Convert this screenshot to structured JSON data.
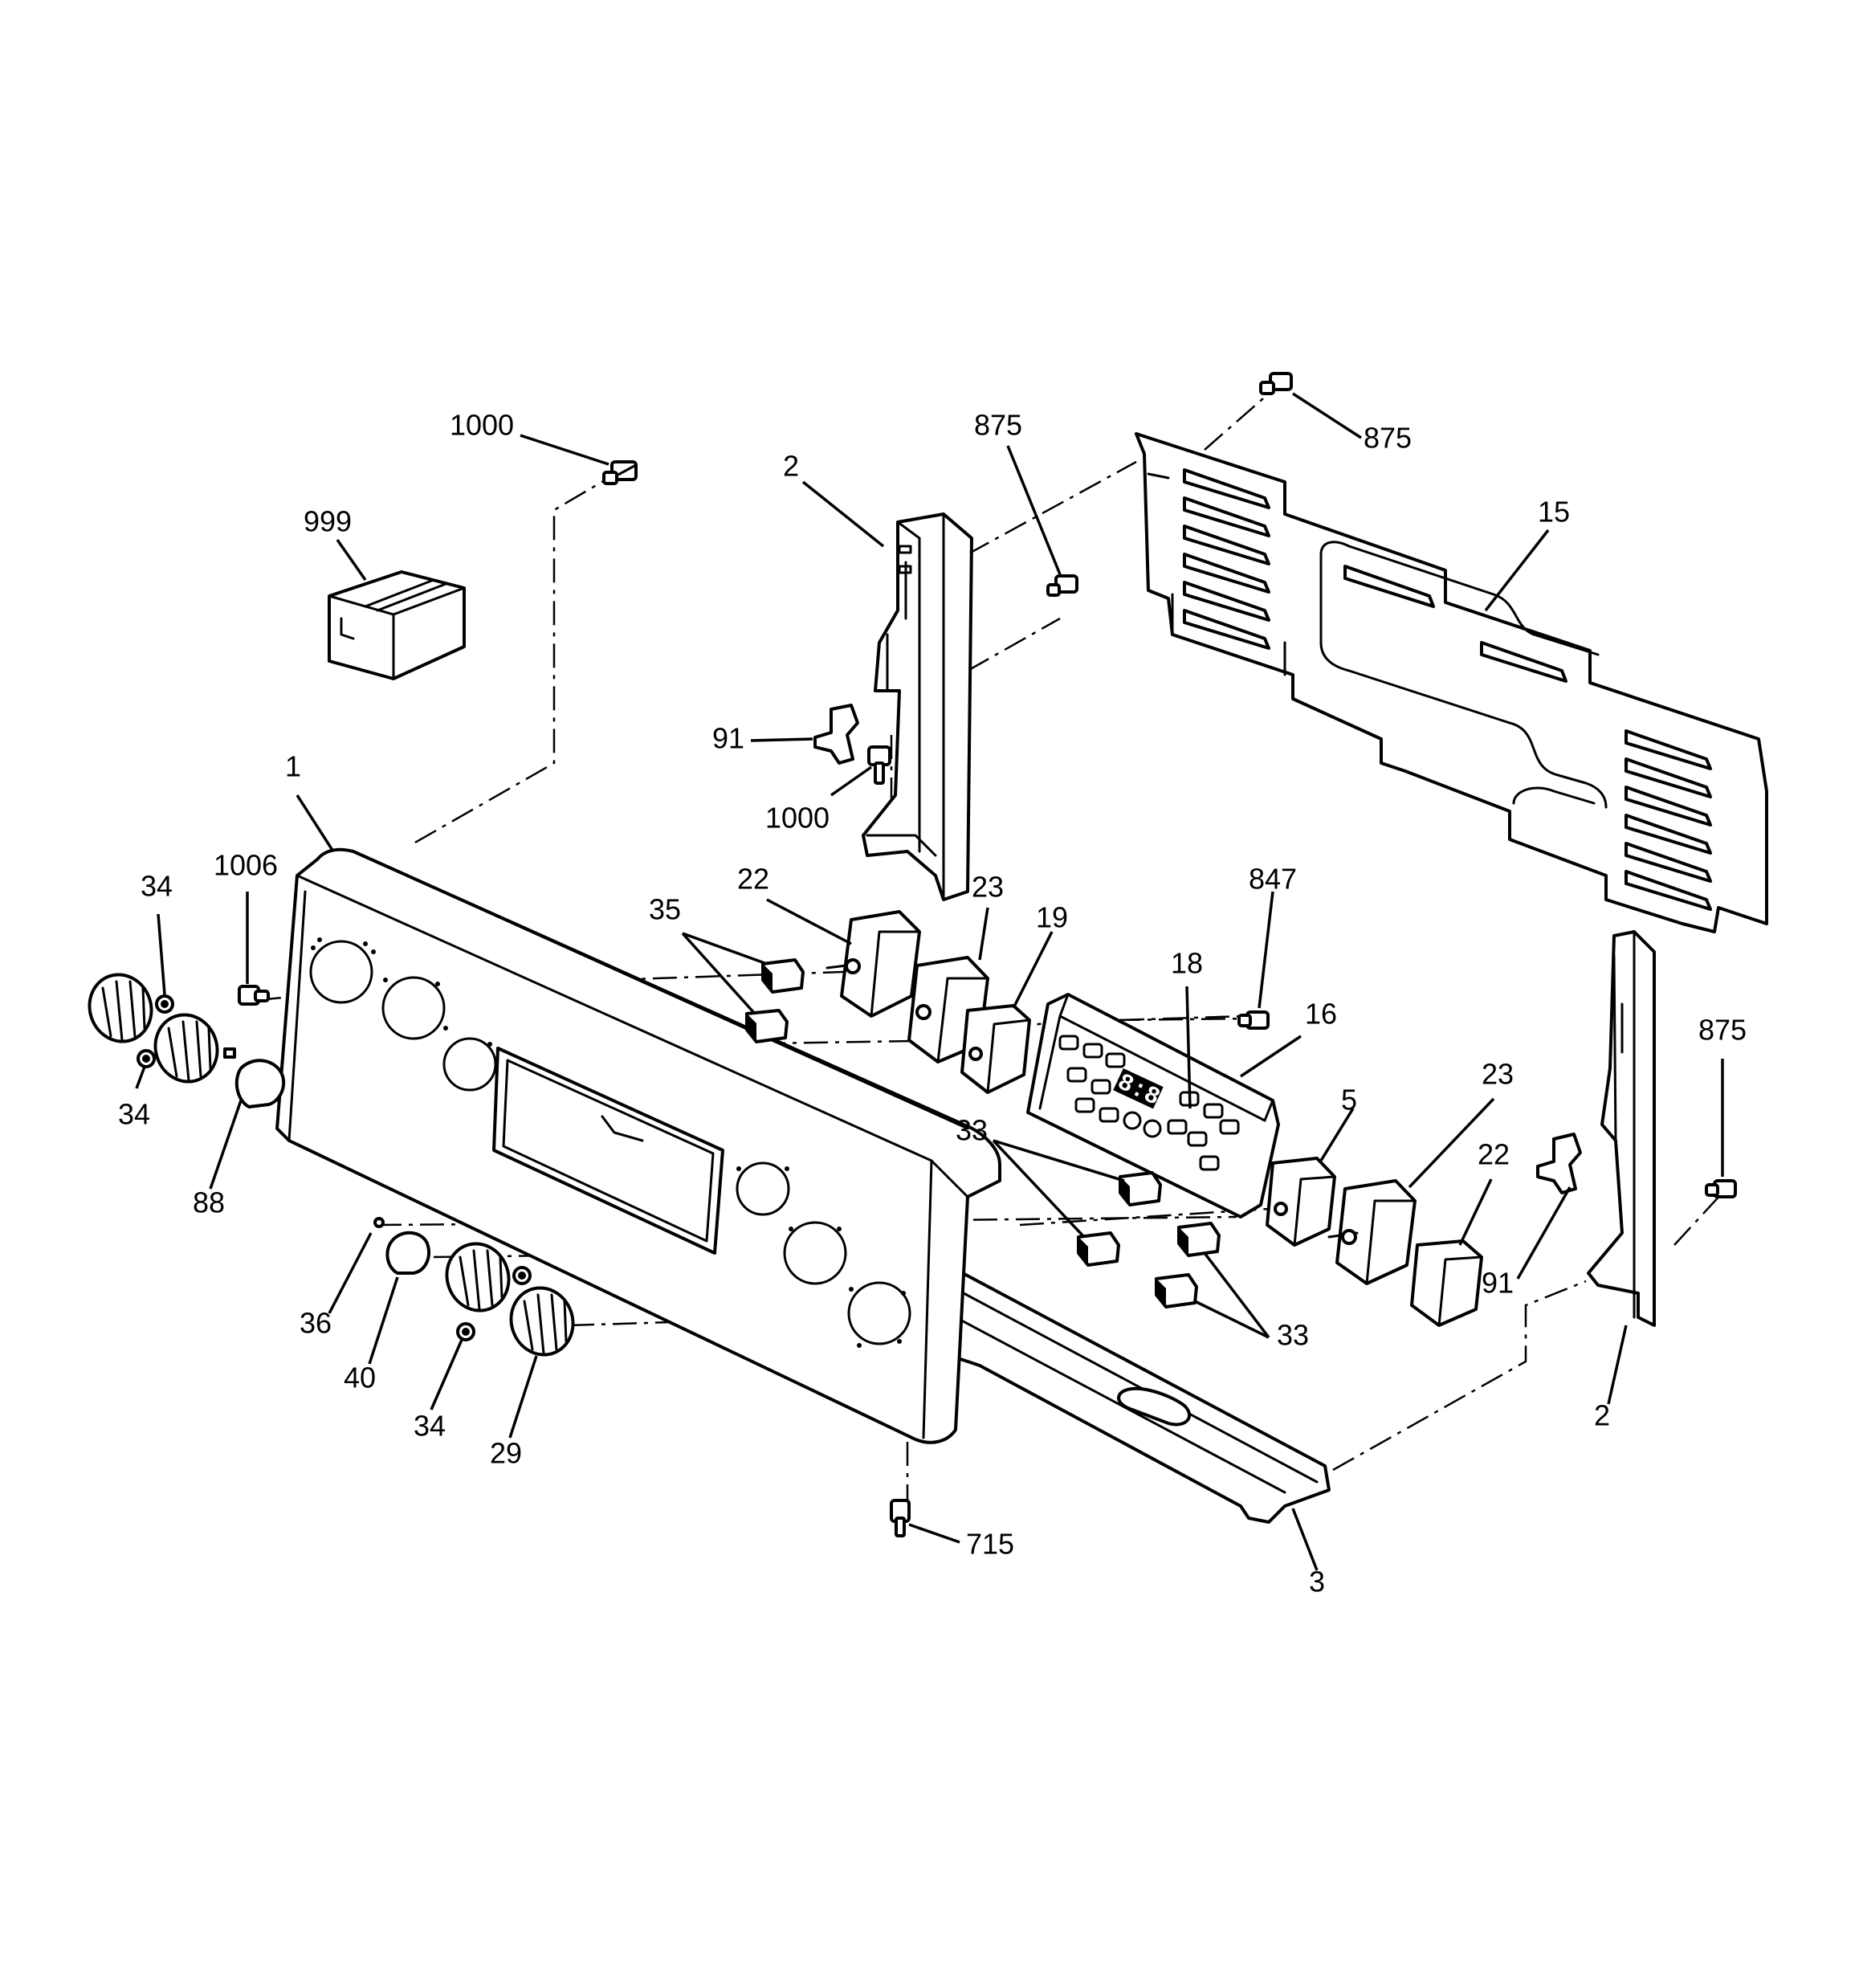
{
  "diagram": {
    "display_readout": "88:88",
    "callouts": [
      {
        "id": "c-1000-top",
        "text": "1000"
      },
      {
        "id": "c-999",
        "text": "999"
      },
      {
        "id": "c-2-left",
        "text": "2"
      },
      {
        "id": "c-875-mid",
        "text": "875"
      },
      {
        "id": "c-875-top",
        "text": "875"
      },
      {
        "id": "c-15",
        "text": "15"
      },
      {
        "id": "c-91-left",
        "text": "91"
      },
      {
        "id": "c-1000-mid",
        "text": "1000"
      },
      {
        "id": "c-1",
        "text": "1"
      },
      {
        "id": "c-1006",
        "text": "1006"
      },
      {
        "id": "c-34-a",
        "text": "34"
      },
      {
        "id": "c-34-b",
        "text": "34"
      },
      {
        "id": "c-88",
        "text": "88"
      },
      {
        "id": "c-35",
        "text": "35"
      },
      {
        "id": "c-22-left",
        "text": "22"
      },
      {
        "id": "c-23-left",
        "text": "23"
      },
      {
        "id": "c-19",
        "text": "19"
      },
      {
        "id": "c-847",
        "text": "847"
      },
      {
        "id": "c-18",
        "text": "18"
      },
      {
        "id": "c-16",
        "text": "16"
      },
      {
        "id": "c-875-right",
        "text": "875"
      },
      {
        "id": "c-23-right",
        "text": "23"
      },
      {
        "id": "c-5",
        "text": "5"
      },
      {
        "id": "c-22-right",
        "text": "22"
      },
      {
        "id": "c-33-top",
        "text": "33"
      },
      {
        "id": "c-33-bottom",
        "text": "33"
      },
      {
        "id": "c-91-right",
        "text": "91"
      },
      {
        "id": "c-2-right",
        "text": "2"
      },
      {
        "id": "c-36",
        "text": "36"
      },
      {
        "id": "c-40",
        "text": "40"
      },
      {
        "id": "c-34-c",
        "text": "34"
      },
      {
        "id": "c-29",
        "text": "29"
      },
      {
        "id": "c-715",
        "text": "715"
      },
      {
        "id": "c-3",
        "text": "3"
      }
    ]
  }
}
